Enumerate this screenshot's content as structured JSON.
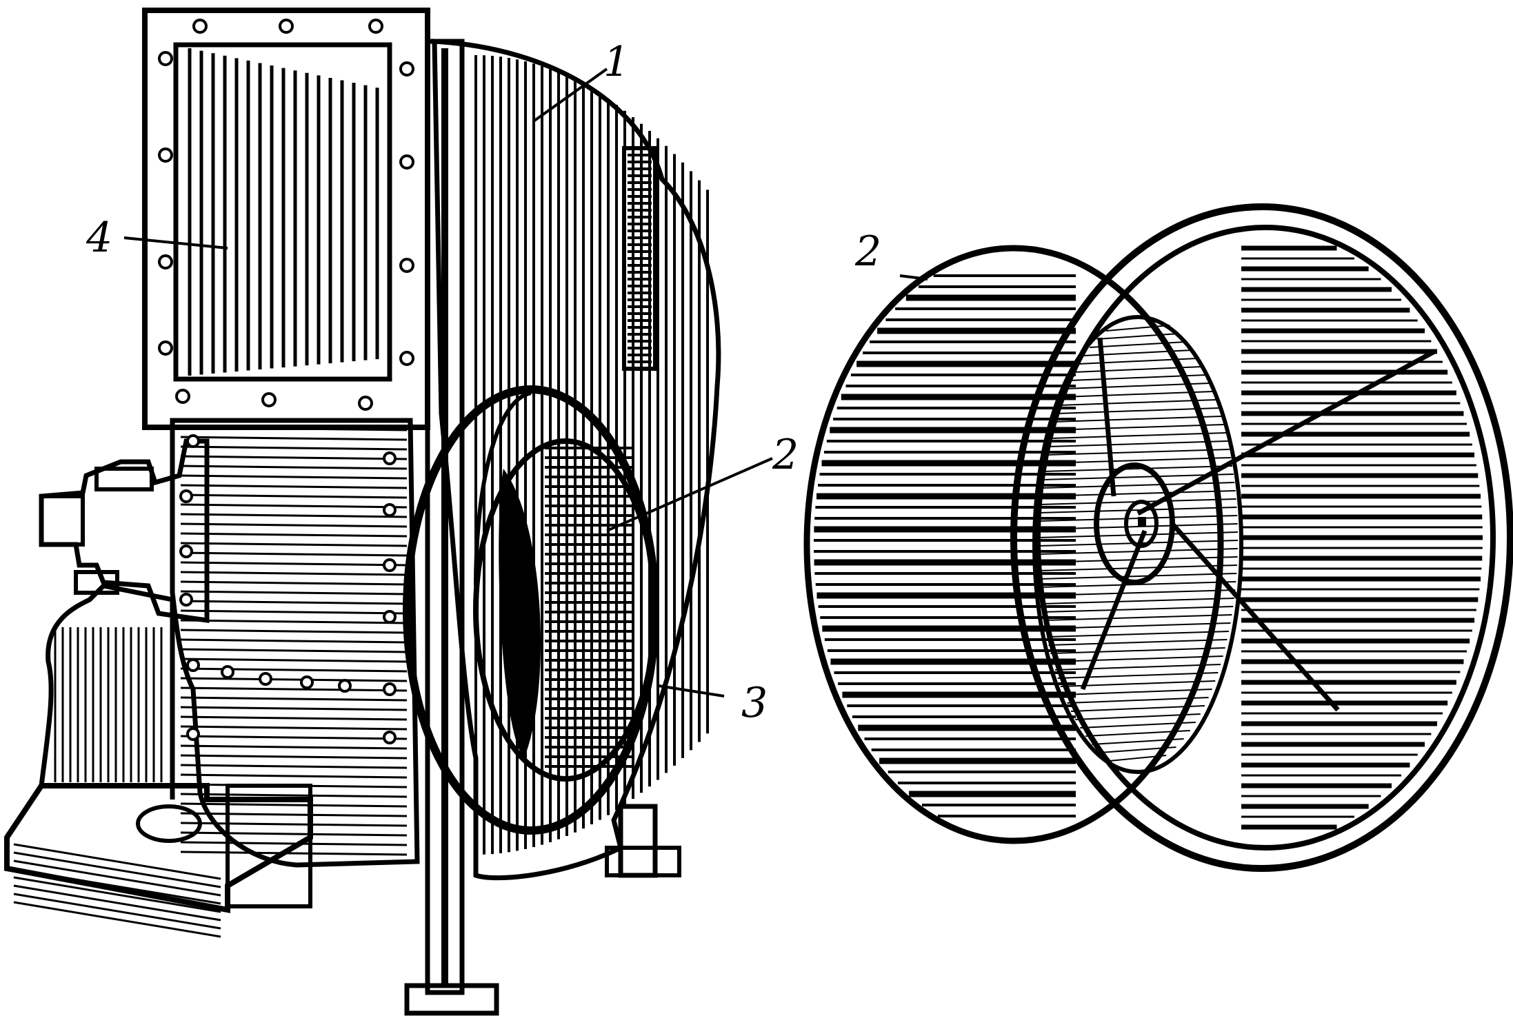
{
  "figure": {
    "labels": [
      {
        "id": "fan-label-1",
        "text": "1"
      },
      {
        "id": "fan-label-2",
        "text": "2"
      },
      {
        "id": "fan-label-3",
        "text": "3"
      },
      {
        "id": "fan-label-4",
        "text": "4"
      },
      {
        "id": "impeller-label-2",
        "text": "2"
      }
    ],
    "colors": {
      "ink": "#000000",
      "paper": "#ffffff"
    }
  }
}
